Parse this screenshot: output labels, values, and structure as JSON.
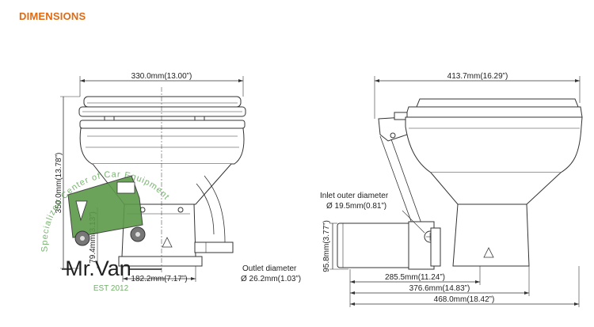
{
  "header": {
    "title": "DIMENSIONS"
  },
  "colors": {
    "accent": "#e06a13",
    "line": "#333333",
    "watermark_green": "#4f9a45"
  },
  "front_view": {
    "width_label": "330.0mm(13.00”)",
    "height_label": "350.0mm(13.78”)",
    "small_height_label": "79.4mm(3.13”)",
    "base_width_label": "182.2mm(7.17”)",
    "outlet_label": "Outlet diameter",
    "outlet_value": "Ø 26.2mm(1.03”)"
  },
  "side_view": {
    "width_label": "413.7mm(16.29”)",
    "inlet_label": "Inlet outer diameter",
    "inlet_value": "Ø 19.5mm(0.81”)",
    "height_label": "95.8mm(3.77”)",
    "dim1": "285.5mm(11.24”)",
    "dim2": "376.6mm(14.83”)",
    "dim3": "468.0mm(18.42”)"
  },
  "watermark": {
    "arc_text": "Specialized Center of Car Equipment",
    "brand": "Mr.Van",
    "est": "EST 2012"
  }
}
